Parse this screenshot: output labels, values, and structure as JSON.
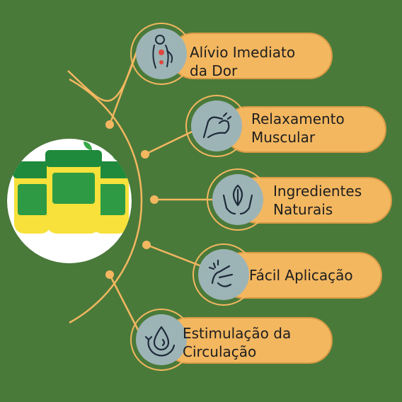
{
  "colors": {
    "background": "#4a7a3a",
    "accent": "#f3b760",
    "icon_circle": "#9db4b6",
    "text": "#1e1e1e"
  },
  "benefits": [
    {
      "icon": "back-pain-icon",
      "line1": "Alívio Imediato",
      "line2": "da Dor"
    },
    {
      "icon": "muscle-arm-icon",
      "line1": "Relaxamento",
      "line2": "Muscular"
    },
    {
      "icon": "leaf-hands-icon",
      "line1": "Ingredientes",
      "line2": "Naturais"
    },
    {
      "icon": "finger-snap-icon",
      "line1": "Fácil Aplicação",
      "line2": ""
    },
    {
      "icon": "drop-circulation-icon",
      "line1": "Estimulação da",
      "line2": "Circulação"
    }
  ]
}
